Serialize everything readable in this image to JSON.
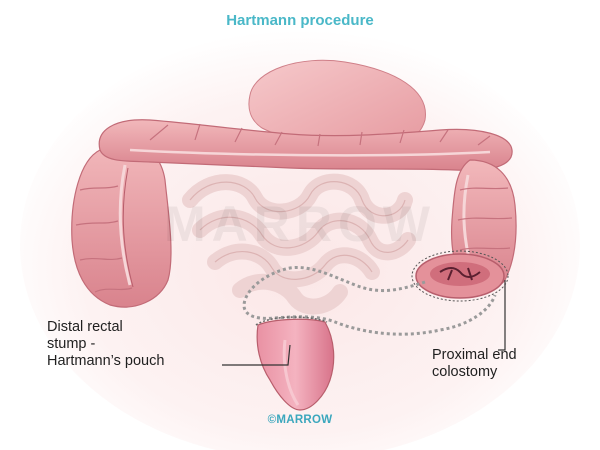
{
  "title": "Hartmann procedure",
  "labels": {
    "left": [
      "Distal rectal",
      "stump -",
      "Hartmann’s pouch"
    ],
    "right": [
      "Proximal end",
      "colostomy"
    ]
  },
  "credit": {
    "symbol": "©",
    "brand": "MARROW"
  },
  "watermark": "MARROW",
  "colors": {
    "title": "#4ab8c8",
    "credit": "#3ba7bd",
    "colon_fill": "#e9a3a7",
    "colon_shadow": "#c76e7b",
    "colon_highlight": "#f6cfd1",
    "small_bowel": "#eecfcf",
    "stomach": "#f1b6b9",
    "rectum": "#e07f95",
    "line": "#333333",
    "stitch": "#9a9a9a"
  }
}
